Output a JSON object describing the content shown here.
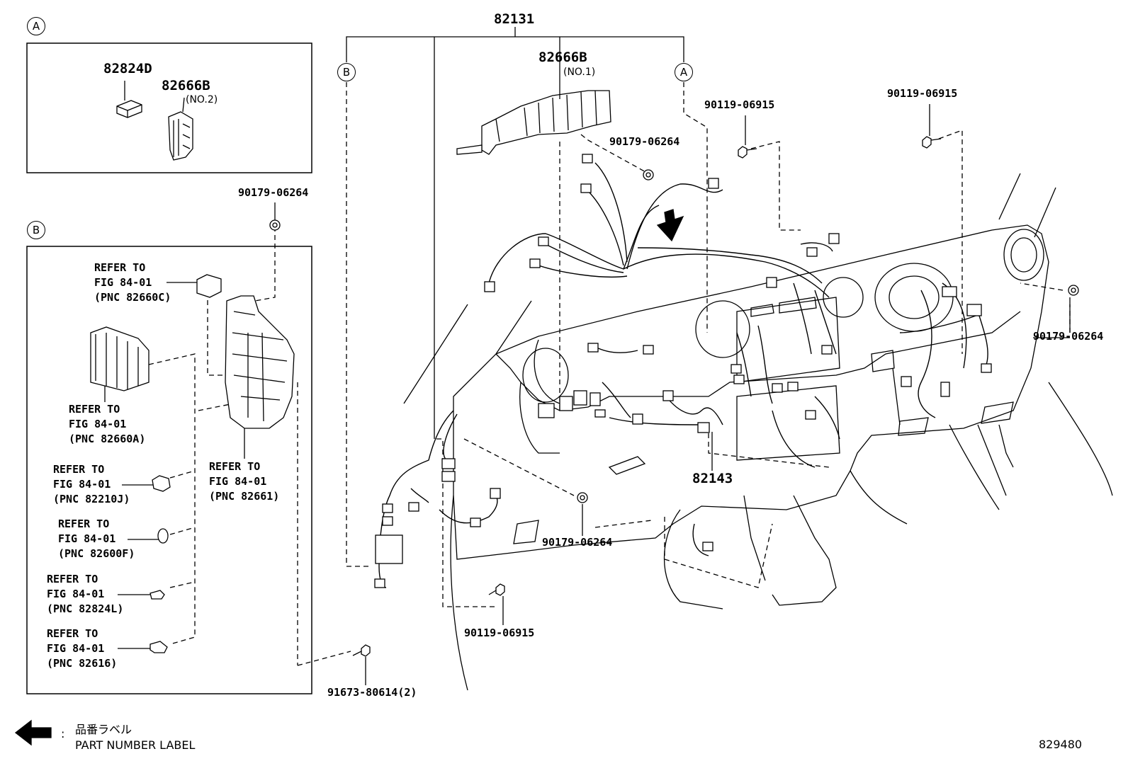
{
  "sections": {
    "a": {
      "marker": "A"
    },
    "b": {
      "marker": "B"
    }
  },
  "parts": {
    "harness_main": "82131",
    "harness_sub": "82143",
    "bracket": "82666B",
    "bracket_no1": "(NO.1)",
    "bracket_no2": "(NO.2)",
    "relay_block": "82824D",
    "nut_90179": "90179-06264",
    "bolt_90119": "90119-06915",
    "bolt_91673": "91673-80614(2)"
  },
  "refer_to": [
    {
      "line1": "REFER TO",
      "line2": "FIG 84-01",
      "pnc": "(PNC 82660C)"
    },
    {
      "line1": "REFER TO",
      "line2": "FIG 84-01",
      "pnc": "(PNC 82660A)"
    },
    {
      "line1": "REFER TO",
      "line2": "FIG 84-01",
      "pnc": "(PNC 82661)"
    },
    {
      "line1": "REFER TO",
      "line2": "FIG 84-01",
      "pnc": "(PNC 82210J)"
    },
    {
      "line1": "REFER TO",
      "line2": "FIG 84-01",
      "pnc": "(PNC 82600F)"
    },
    {
      "line1": "REFER TO",
      "line2": "FIG 84-01",
      "pnc": "(PNC 82824L)"
    },
    {
      "line1": "REFER TO",
      "line2": "FIG 84-01",
      "pnc": "(PNC 82616)"
    }
  ],
  "legend": {
    "symbol": "arrow-icon",
    "colon": ":",
    "label_jp": "品番ラベル",
    "label_en": "PART NUMBER LABEL"
  },
  "figure_number": "829480"
}
